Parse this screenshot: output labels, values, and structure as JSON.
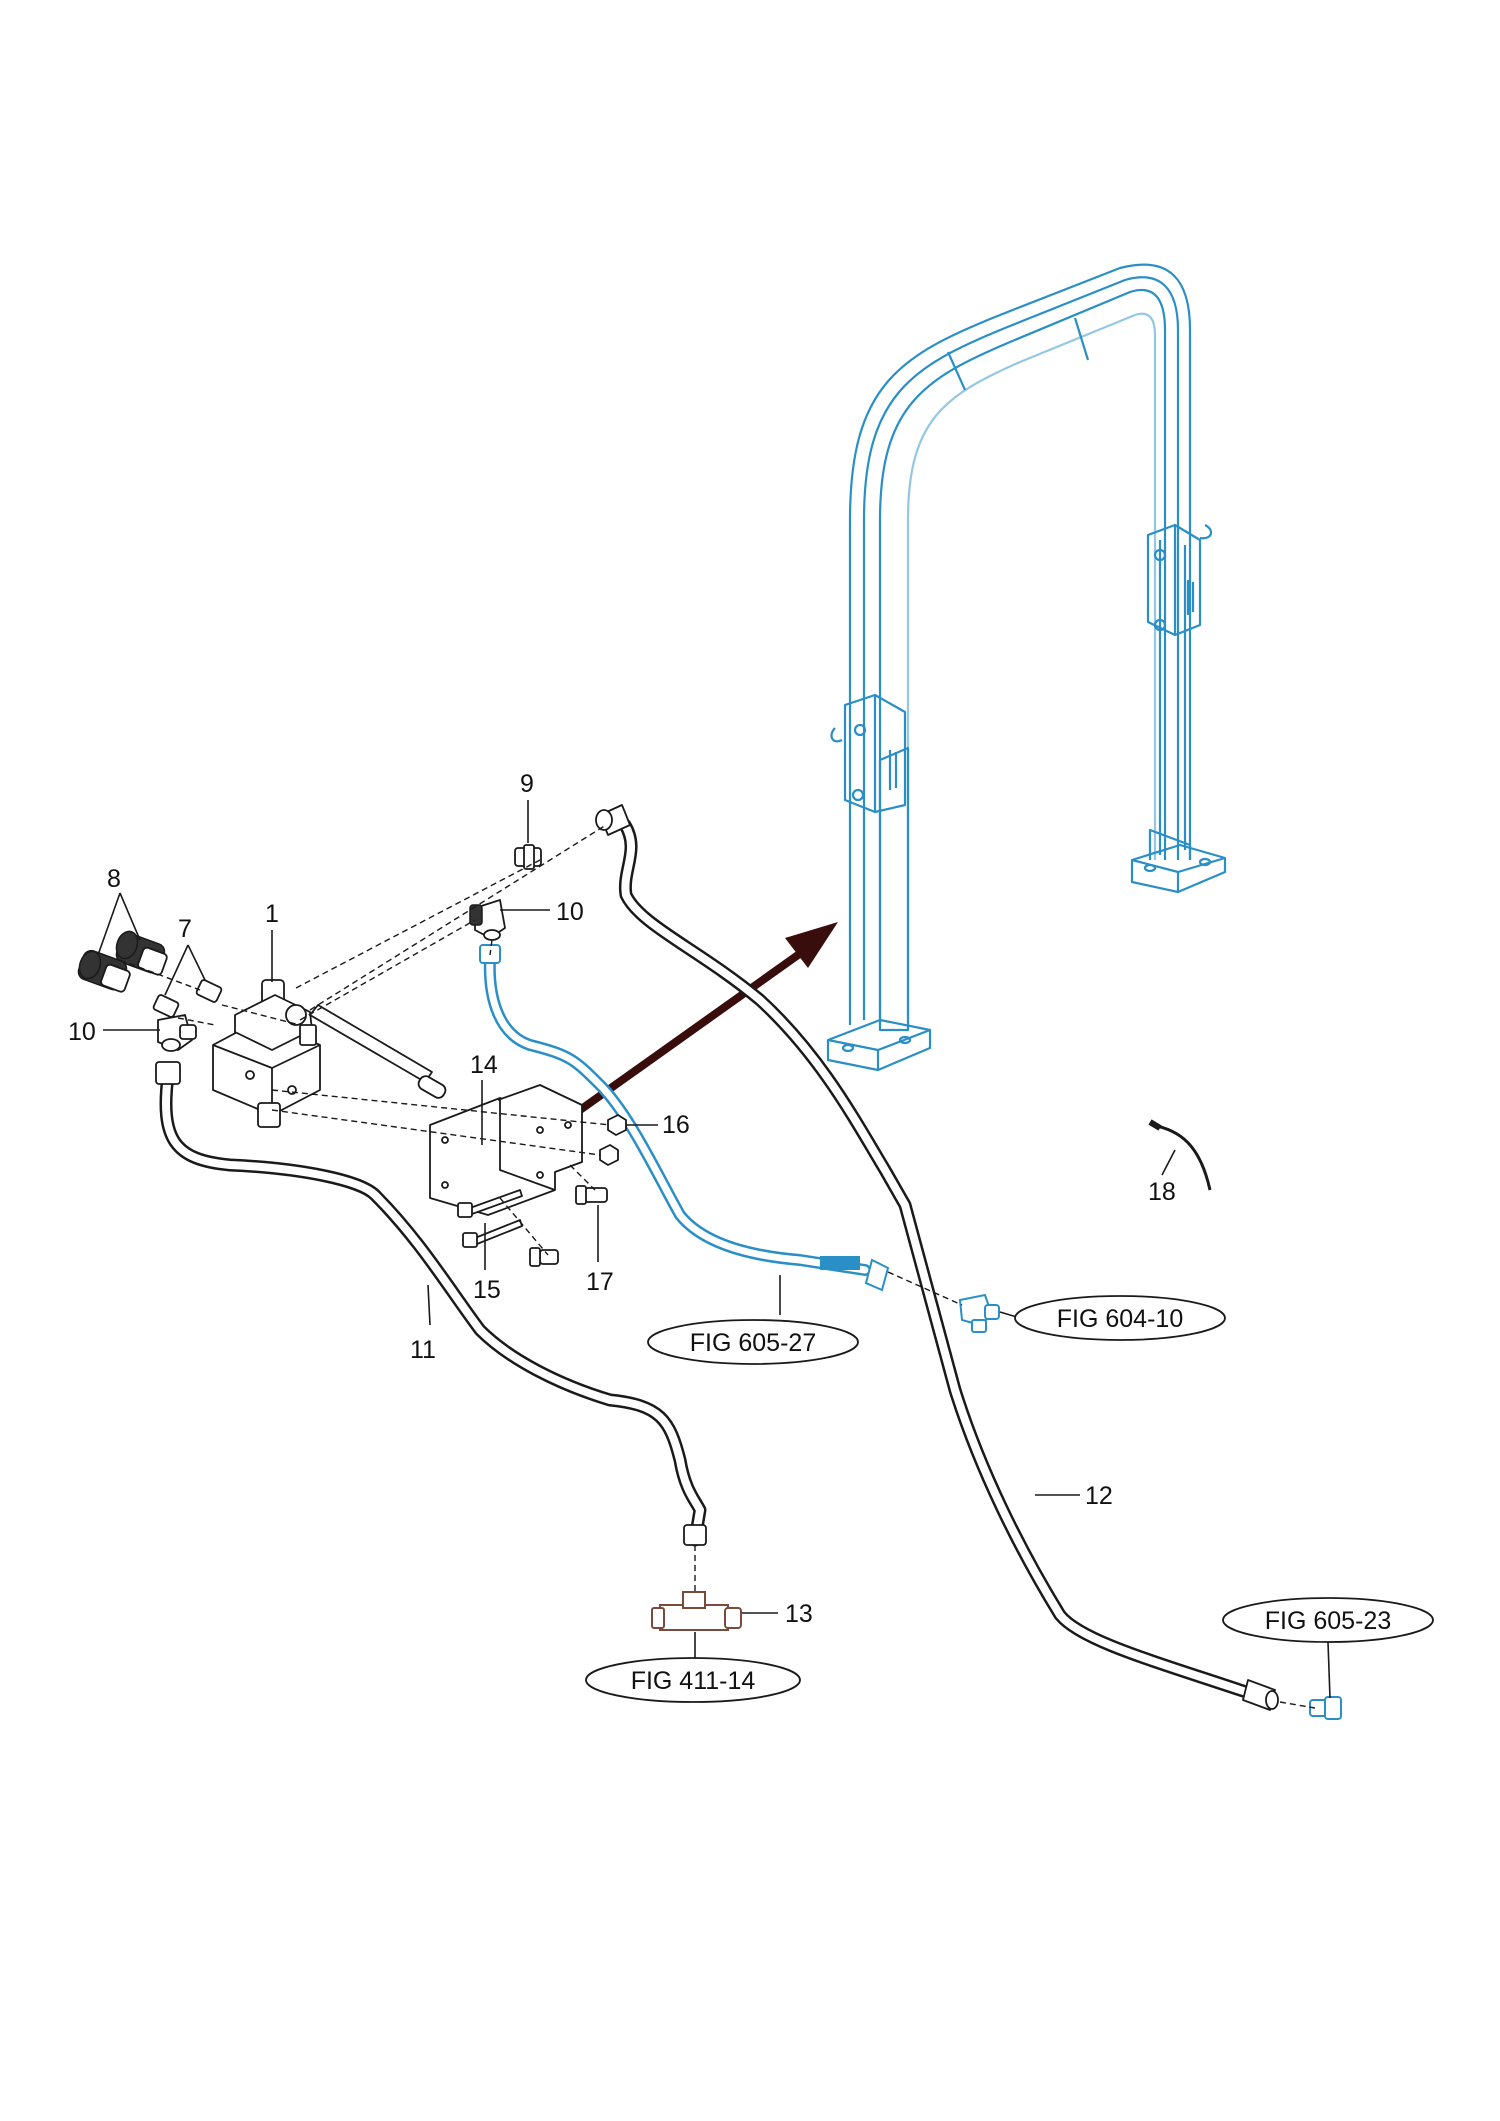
{
  "labels": {
    "1": "1",
    "7": "7",
    "8": "8",
    "9": "9",
    "10a": "10",
    "10b": "10",
    "11": "11",
    "12": "12",
    "13": "13",
    "14": "14",
    "15": "15",
    "16": "16",
    "17": "17",
    "18": "18"
  },
  "references": {
    "fig_605_27": "FIG 605-27",
    "fig_604_10": "FIG 604-10",
    "fig_411_14": "FIG 411-14",
    "fig_605_23": "FIG 605-23"
  },
  "colors": {
    "line": "#1a1a1a",
    "blue_part": "#2a8fc7",
    "arrow": "#3a0d0d",
    "fitting_13": "#7a4a3a"
  }
}
